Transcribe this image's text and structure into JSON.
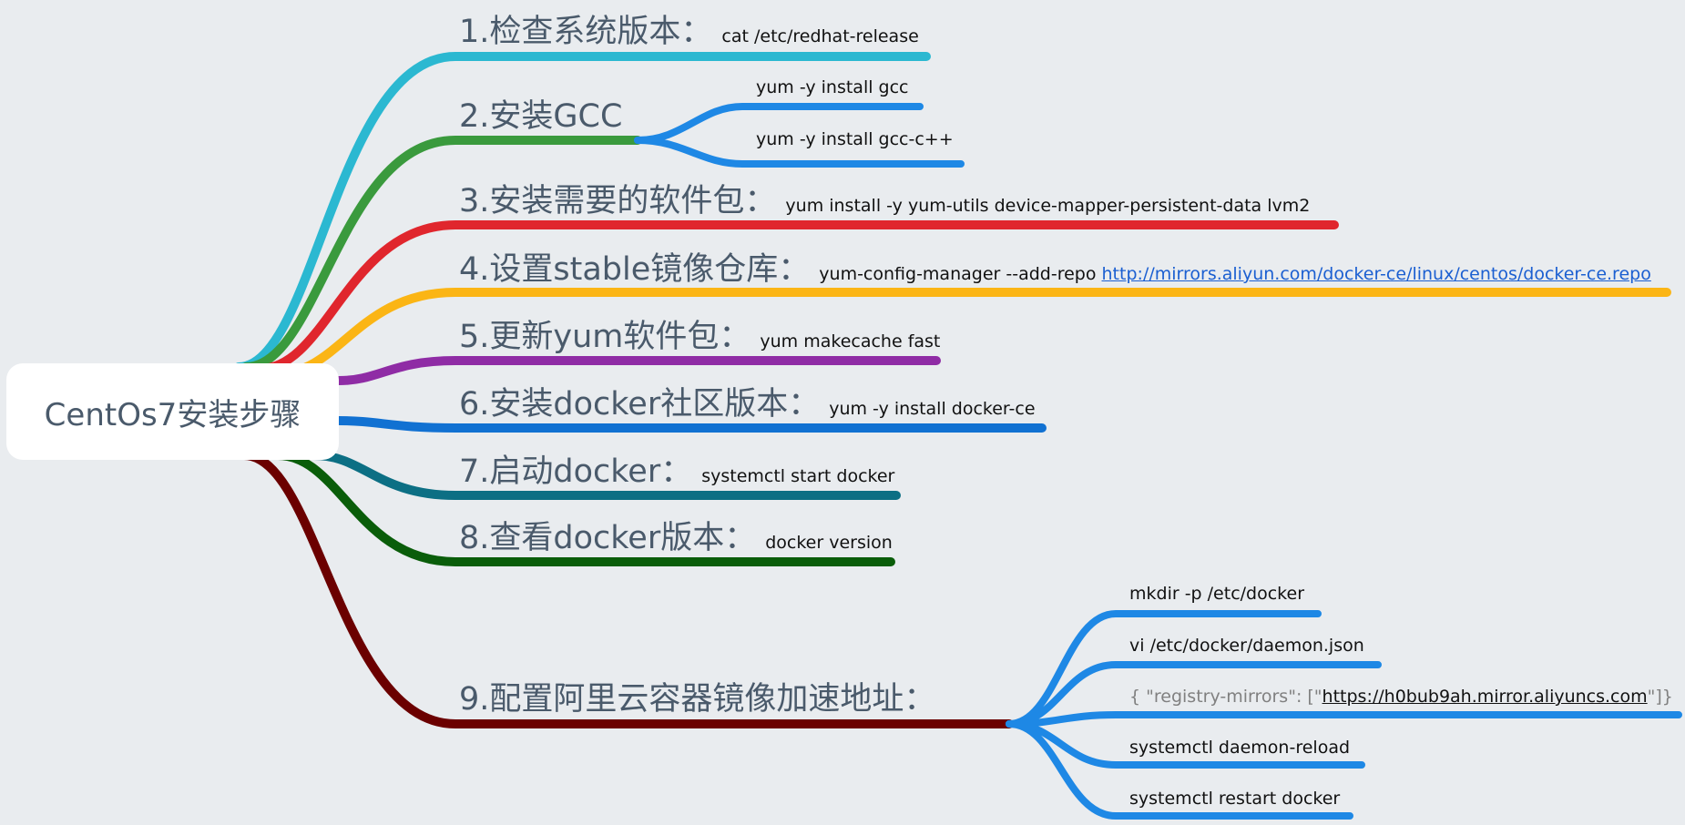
{
  "root": {
    "label": "CentOs7安装步骤"
  },
  "branches": [
    {
      "label": "1.检查系统版本：",
      "cmd": "cat /etc/redhat-release",
      "color": "#2bb8d1"
    },
    {
      "label": "2.安装GCC",
      "color": "#3a9a3d",
      "children": [
        {
          "label": "yum -y install gcc",
          "color": "#1e88e5"
        },
        {
          "label": "yum -y install gcc-c++",
          "color": "#1e88e5"
        }
      ]
    },
    {
      "label": "3.安装需要的软件包：",
      "cmd": "yum install -y yum-utils device-mapper-persistent-data lvm2",
      "color": "#e0262d"
    },
    {
      "label": "4.设置stable镜像仓库：",
      "cmd": "yum-config-manager --add-repo ",
      "link": "http://mirrors.aliyun.com/docker-ce/linux/centos/docker-ce.repo",
      "color": "#fbb515"
    },
    {
      "label": "5.更新yum软件包：",
      "cmd": "yum makecache fast",
      "color": "#8f2ca5"
    },
    {
      "label": "6.安装docker社区版本：",
      "cmd": "yum -y install docker-ce",
      "color": "#1171d2"
    },
    {
      "label": "7.启动docker：",
      "cmd": "systemctl start docker",
      "color": "#0c6f84"
    },
    {
      "label": "8.查看docker版本：",
      "cmd": "docker version",
      "color": "#0a5d0a"
    },
    {
      "label": "9.配置阿里云容器镜像加速地址：",
      "color": "#6b0000",
      "children": [
        {
          "label": "mkdir -p /etc/docker",
          "color": "#1e88e5"
        },
        {
          "label": "vi  /etc/docker/daemon.json",
          "color": "#1e88e5"
        },
        {
          "prefix": "{ \"registry-mirrors\": [\"",
          "link": "https://h0bub9ah.mirror.aliyuncs.com",
          "suffix": "\"]}",
          "color": "#1e88e5"
        },
        {
          "label": "systemctl daemon-reload",
          "color": "#1e88e5"
        },
        {
          "label": "systemctl restart docker",
          "color": "#1e88e5"
        }
      ]
    }
  ]
}
